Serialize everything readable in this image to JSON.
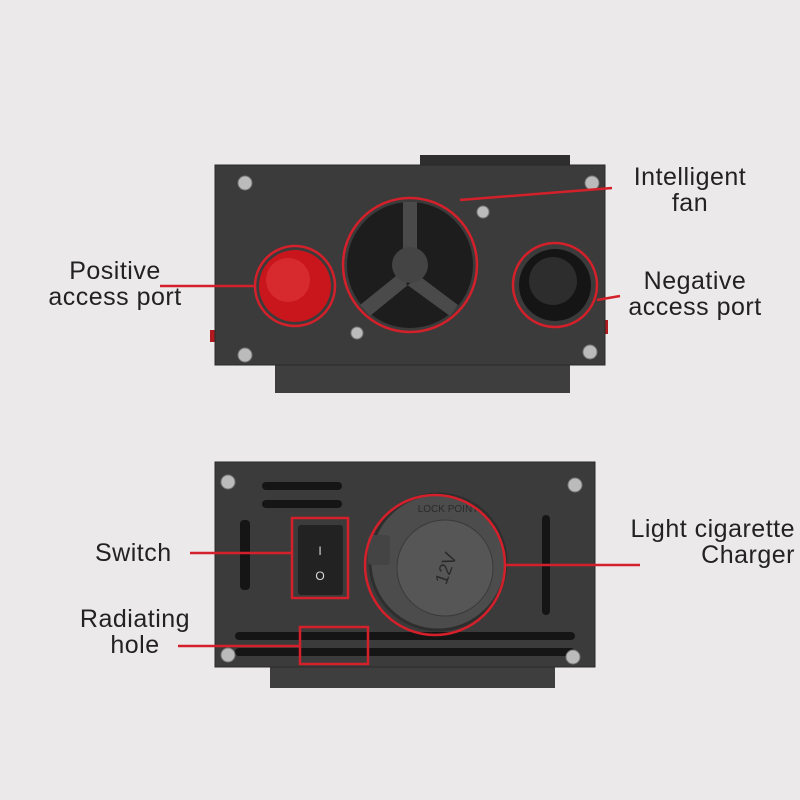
{
  "labels": {
    "positive_port": {
      "line1": "Positive",
      "line2": "access  port"
    },
    "intelligent_fan": {
      "line1": "Intelligent",
      "line2": "fan"
    },
    "negative_port": {
      "line1": "Negative",
      "line2": "access  port"
    },
    "switch": "Switch",
    "radiating_hole": {
      "line1": "Radiating",
      "line2": "hole"
    },
    "cigarette_charger": {
      "line1": "Light  cigarette",
      "line2": "Charger"
    }
  },
  "socket_cap": {
    "top_text": "LOCK POINT",
    "center_text": "12V"
  },
  "switch_marks": {
    "on": "I",
    "off": "O"
  },
  "colors": {
    "background": "#ebe9ea",
    "callout": "#d4202a",
    "body": "#3a3a3a",
    "positive": "#c8161c",
    "negative": "#1a1a1a"
  }
}
